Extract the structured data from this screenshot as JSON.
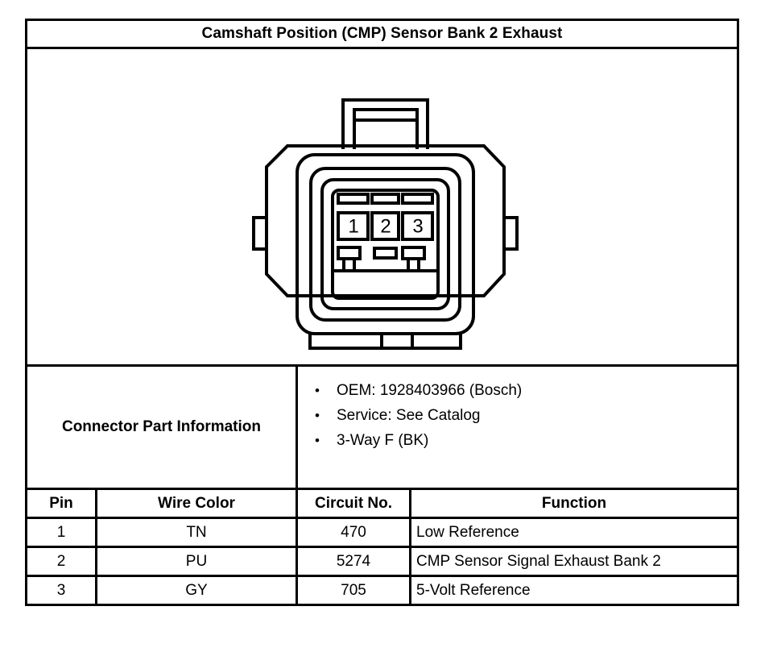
{
  "title": "Camshaft Position (CMP) Sensor Bank 2 Exhaust",
  "connector": {
    "pin_labels": [
      "1",
      "2",
      "3"
    ],
    "cavity_count": 3,
    "gender": "female",
    "view": "connector-face-view"
  },
  "part_information": {
    "label": "Connector Part Information",
    "bullet": "•",
    "items": [
      "OEM: 1928403966 (Bosch)",
      "Service: See Catalog",
      "3-Way F (BK)"
    ]
  },
  "pin_table": {
    "headers": [
      "Pin",
      "Wire Color",
      "Circuit No.",
      "Function"
    ],
    "rows": [
      {
        "pin": "1",
        "wire_color": "TN",
        "circuit_no": "470",
        "function": "Low Reference"
      },
      {
        "pin": "2",
        "wire_color": "PU",
        "circuit_no": "5274",
        "function": "CMP Sensor Signal Exhaust Bank 2"
      },
      {
        "pin": "3",
        "wire_color": "GY",
        "circuit_no": "705",
        "function": "5-Volt Reference"
      }
    ]
  },
  "colors": {
    "ink": "#000000",
    "paper": "#ffffff"
  }
}
